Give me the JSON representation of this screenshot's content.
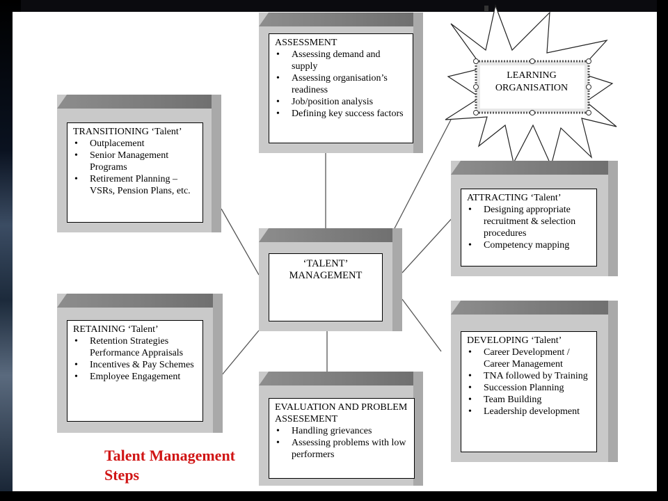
{
  "diagram": {
    "center": {
      "lines": [
        "‘TALENT’",
        "MANAGEMENT"
      ]
    },
    "assessment": {
      "heading": "ASSESSMENT",
      "items": [
        "Assessing demand and supply",
        "Assessing organisation’s readiness",
        "Job/position analysis",
        "Defining key success factors"
      ]
    },
    "transitioning": {
      "heading": "TRANSITIONING ‘Talent’",
      "items": [
        "Outplacement",
        "Senior Management Programs",
        "Retirement Planning – VSRs, Pension Plans, etc."
      ]
    },
    "attracting": {
      "heading": "ATTRACTING ‘Talent’",
      "items": [
        "Designing appropriate recruitment & selection procedures",
        "Competency mapping"
      ]
    },
    "retaining": {
      "heading": "RETAINING ‘Talent’",
      "items": [
        "Retention Strategies Performance Appraisals",
        "Incentives & Pay Schemes",
        "Employee Engagement"
      ]
    },
    "developing": {
      "heading": "DEVELOPING ‘Talent’",
      "items": [
        "Career Development / Career Management",
        "TNA followed by Training",
        "Succession Planning",
        "Team Building",
        "Leadership development"
      ]
    },
    "evaluation": {
      "heading": "EVALUATION AND PROBLEM ASSESEMENT",
      "items": [
        "Handling grievances",
        "Assessing problems with low performers"
      ]
    },
    "learning": {
      "lines": [
        "LEARNING",
        "ORGANISATION"
      ]
    }
  },
  "title": {
    "line1": "Talent Management",
    "line2": "Steps",
    "color": "#d01515"
  },
  "colors": {
    "block_face": "#c9c9c9",
    "block_top": "#7a7a7a",
    "card": "#ffffff"
  }
}
